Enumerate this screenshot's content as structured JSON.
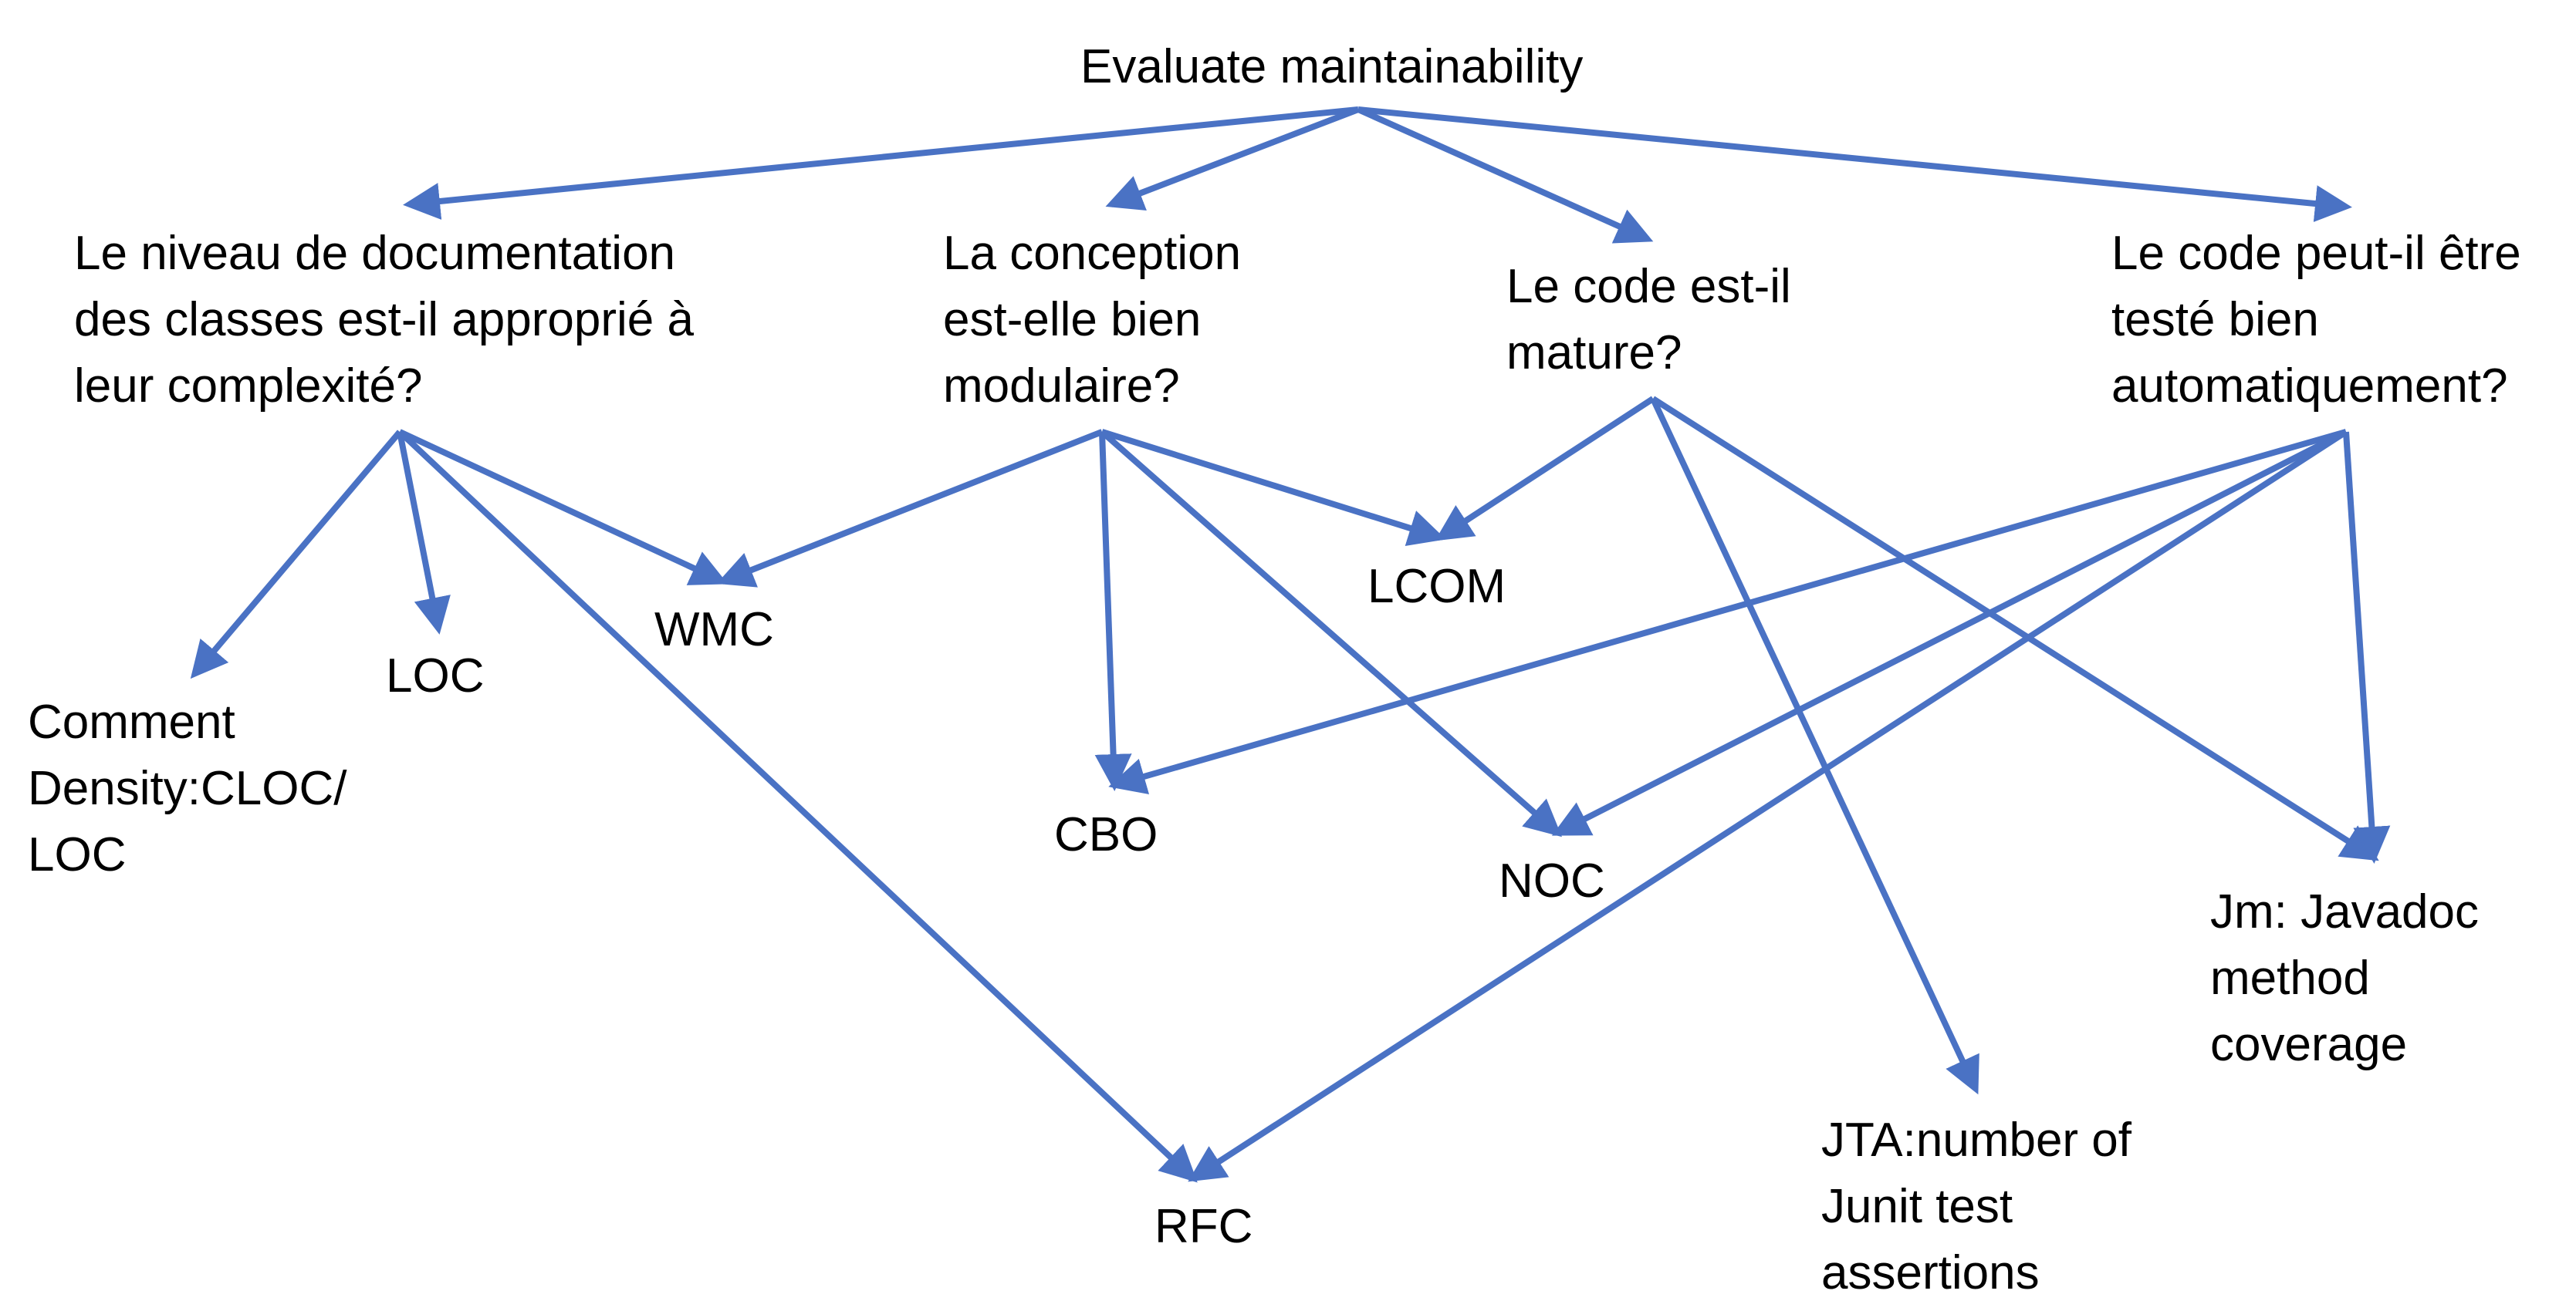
{
  "diagram": {
    "edge_color": "#4a72c4",
    "nodes": {
      "root": "Evaluate maintainability",
      "q_documentation": "Le niveau de documentation\ndes classes est-il approprié à\nleur complexité?",
      "q_modular": "La conception\nest-elle bien\nmodulaire?",
      "q_mature": "Le code est-il\nmature?",
      "q_testable": "Le code peut-il être\ntesté bien\nautomatiquement?",
      "m_comment_density": "Comment\nDensity:CLOC/\nLOC",
      "m_loc": "LOC",
      "m_wmc": "WMC",
      "m_lcom": "LCOM",
      "m_cbo": "CBO",
      "m_noc": "NOC",
      "m_rfc": "RFC",
      "m_jta": "JTA:number of\nJunit test\nassertions",
      "m_jm": "Jm: Javadoc\nmethod\ncoverage"
    },
    "edges": [
      {
        "from": "root",
        "to": "q_documentation"
      },
      {
        "from": "root",
        "to": "q_modular"
      },
      {
        "from": "root",
        "to": "q_mature"
      },
      {
        "from": "root",
        "to": "q_testable"
      },
      {
        "from": "q_documentation",
        "to": "m_comment_density"
      },
      {
        "from": "q_documentation",
        "to": "m_loc"
      },
      {
        "from": "q_documentation",
        "to": "m_wmc"
      },
      {
        "from": "q_documentation",
        "to": "m_rfc"
      },
      {
        "from": "q_modular",
        "to": "m_wmc"
      },
      {
        "from": "q_modular",
        "to": "m_lcom"
      },
      {
        "from": "q_modular",
        "to": "m_cbo"
      },
      {
        "from": "q_modular",
        "to": "m_noc"
      },
      {
        "from": "q_mature",
        "to": "m_lcom"
      },
      {
        "from": "q_mature",
        "to": "m_jta"
      },
      {
        "from": "q_mature",
        "to": "m_jm"
      },
      {
        "from": "q_testable",
        "to": "m_cbo"
      },
      {
        "from": "q_testable",
        "to": "m_noc"
      },
      {
        "from": "q_testable",
        "to": "m_rfc"
      },
      {
        "from": "q_testable",
        "to": "m_jm"
      }
    ]
  }
}
